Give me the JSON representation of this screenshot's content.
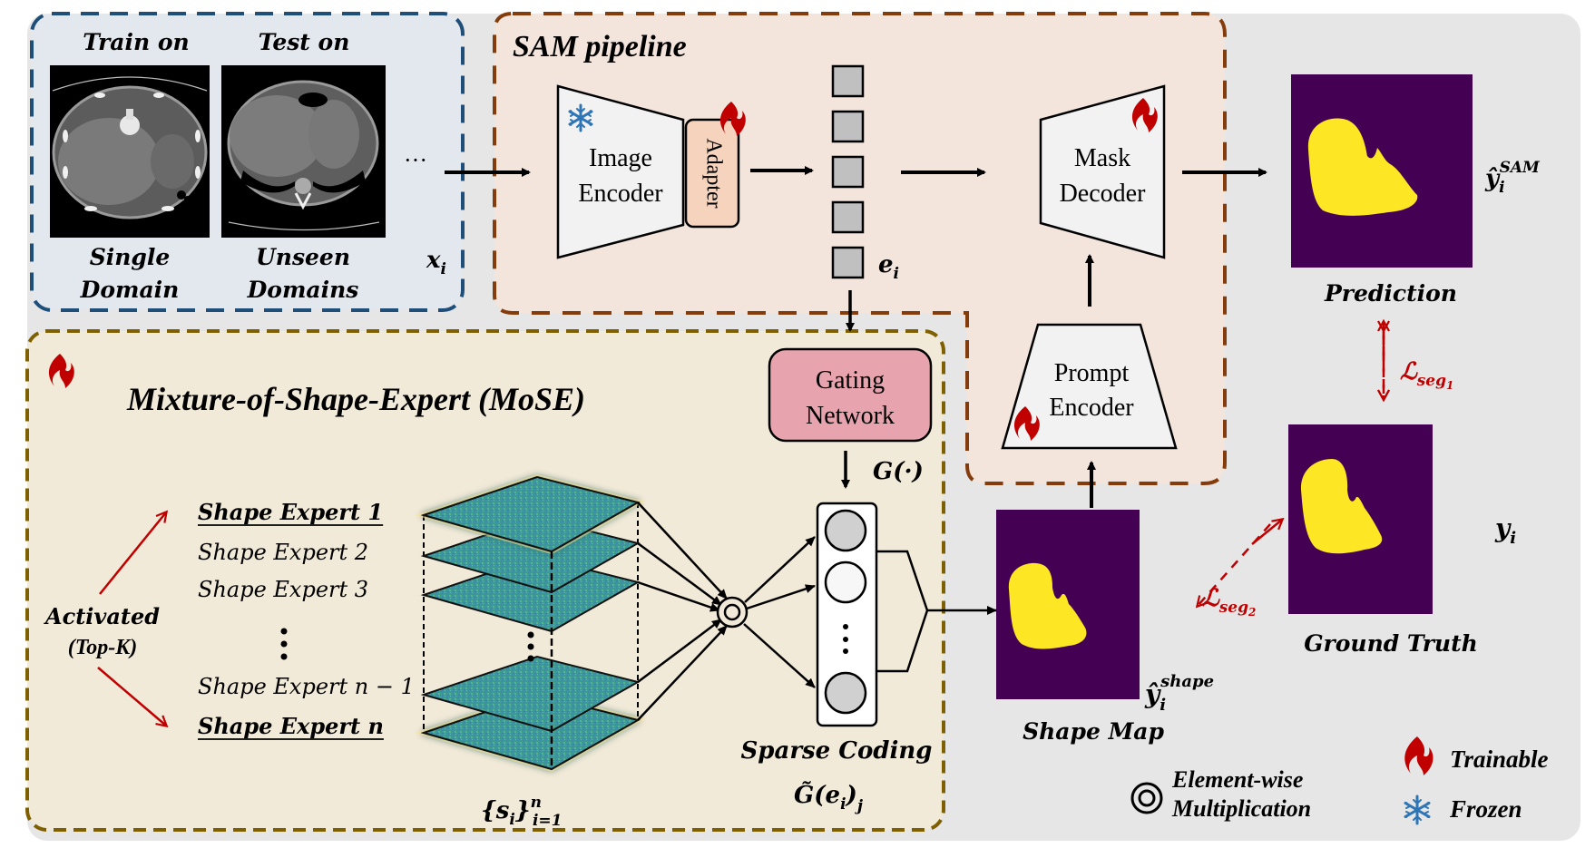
{
  "input_panel": {
    "train_label": "Train on",
    "test_label": "Test on",
    "train_caption_line1": "Single",
    "train_caption_line2": "Domain",
    "test_caption_line1": "Unseen",
    "test_caption_line2": "Domains",
    "ellipsis": "···",
    "input_symbol": "x",
    "input_sub": "i"
  },
  "sam_pipeline": {
    "title": "SAM pipeline",
    "image_encoder_line1": "Image",
    "image_encoder_line2": "Encoder",
    "adapter_label": "Adapter",
    "embedding_symbol": "e",
    "embedding_sub": "i",
    "embedding_tokens": 5,
    "mask_decoder_line1": "Mask",
    "mask_decoder_line2": "Decoder",
    "prompt_encoder_line1": "Prompt",
    "prompt_encoder_line2": "Encoder"
  },
  "outputs": {
    "prediction_label": "Prediction",
    "prediction_symbol": "ŷ",
    "prediction_sub": "i",
    "prediction_sup": "SAM",
    "ground_truth_label": "Ground Truth",
    "ground_truth_symbol": "y",
    "ground_truth_sub": "i",
    "shape_map_label": "Shape Map",
    "shape_symbol": "ŷ",
    "shape_sub": "i",
    "shape_sup": "shape",
    "loss1_symbol": "ℒ",
    "loss1_sub": "seg",
    "loss1_subsub": "1",
    "loss2_symbol": "ℒ",
    "loss2_sub": "seg",
    "loss2_subsub": "2"
  },
  "mose": {
    "title": "Mixture-of-Shape-Expert (MoSE)",
    "activated_line1": "Activated",
    "activated_line2": "(Top-K)",
    "experts": [
      {
        "label": "Shape Expert 1",
        "active": true
      },
      {
        "label": "Shape Expert 2",
        "active": false
      },
      {
        "label": "Shape Expert 3",
        "active": false
      },
      {
        "label": "⋮",
        "active": false
      },
      {
        "label": "Shape Expert n − 1",
        "active": false
      },
      {
        "label": "Shape Expert n",
        "active": true
      }
    ],
    "shape_set_label": "{s",
    "shape_set_sub": "i",
    "shape_set_close": "}",
    "shape_set_sup": "n",
    "shape_set_range": "i=1",
    "gating_line1": "Gating",
    "gating_line2": "Network",
    "gating_fn": "G(·)",
    "sparse_coding_label": "Sparse Coding",
    "sparse_coding_fn": "G̃(e",
    "sparse_coding_sub": "i",
    "sparse_coding_close": ")",
    "sparse_coding_subj": "j"
  },
  "legend": {
    "elementwise_line1": "Element-wise",
    "elementwise_line2": "Multiplication",
    "trainable_label": "Trainable",
    "frozen_label": "Frozen"
  },
  "colors": {
    "input_panel_bg": "#e3e8ef",
    "input_panel_border": "#1f4e79",
    "sam_bg": "#f3e4dc",
    "sam_border": "#843c0c",
    "mose_bg": "#f2ead8",
    "mose_border": "#7f6000",
    "outer_bg": "#e6e6e6",
    "gating_fill": "#e8a4ae",
    "adapter_fill": "#f5d3bd",
    "mask_purple": "#440154",
    "mask_yellow": "#fde725",
    "loss_red": "#c00000",
    "flame_red": "#c00000",
    "snow_blue": "#2e75b6",
    "feature_teal": "#3a9a9a"
  }
}
